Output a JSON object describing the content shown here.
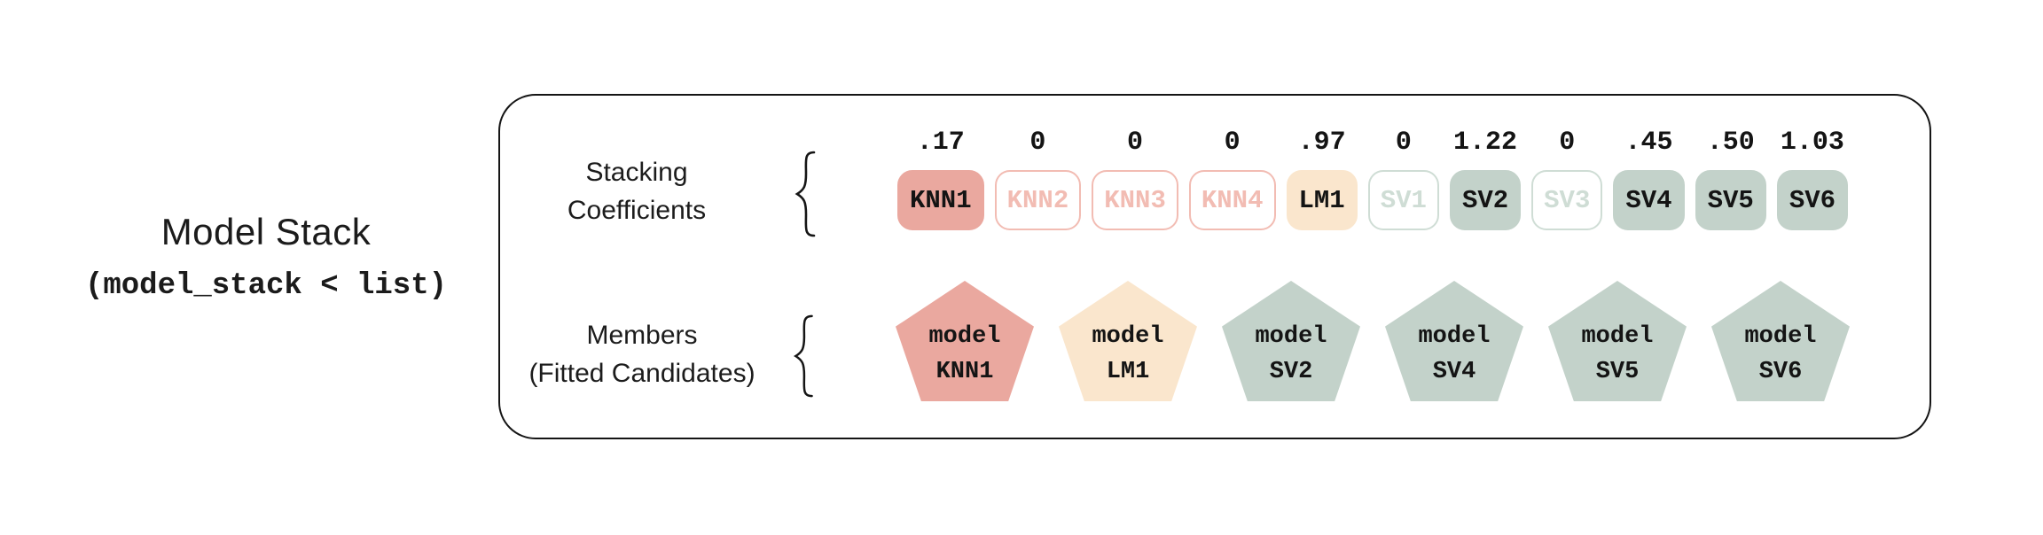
{
  "title": {
    "main": "Model Stack",
    "code": "(model_stack < list)"
  },
  "labels": {
    "stacking": [
      "Stacking",
      "Coefficients"
    ],
    "members": [
      "Members",
      "(Fitted Candidates)"
    ]
  },
  "coefficients": [
    {
      "model": "KNN1",
      "value": ".17",
      "variant": "salmon-filled"
    },
    {
      "model": "KNN2",
      "value": "0",
      "variant": "salmon-outline"
    },
    {
      "model": "KNN3",
      "value": "0",
      "variant": "salmon-outline"
    },
    {
      "model": "KNN4",
      "value": "0",
      "variant": "salmon-outline"
    },
    {
      "model": "LM1",
      "value": ".97",
      "variant": "peach-filled"
    },
    {
      "model": "SV1",
      "value": "0",
      "variant": "sage-outline"
    },
    {
      "model": "SV2",
      "value": "1.22",
      "variant": "sage-filled"
    },
    {
      "model": "SV3",
      "value": "0",
      "variant": "sage-outline"
    },
    {
      "model": "SV4",
      "value": ".45",
      "variant": "sage-filled"
    },
    {
      "model": "SV5",
      "value": ".50",
      "variant": "sage-filled"
    },
    {
      "model": "SV6",
      "value": "1.03",
      "variant": "sage-filled"
    }
  ],
  "members": [
    {
      "line1": "model",
      "line2": "KNN1",
      "variant": "salmon-filled"
    },
    {
      "line1": "model",
      "line2": "LM1",
      "variant": "peach-filled"
    },
    {
      "line1": "model",
      "line2": "SV2",
      "variant": "sage-filled"
    },
    {
      "line1": "model",
      "line2": "SV4",
      "variant": "sage-filled"
    },
    {
      "line1": "model",
      "line2": "SV5",
      "variant": "sage-filled"
    },
    {
      "line1": "model",
      "line2": "SV6",
      "variant": "sage-filled"
    }
  ],
  "colors": {
    "salmon": "#EAA89F",
    "salmon_light": "#F2BCB3",
    "peach": "#FAE6CD",
    "sage": "#C3D2CA",
    "sage_light": "#CFDDD5",
    "ink": "#161616"
  }
}
